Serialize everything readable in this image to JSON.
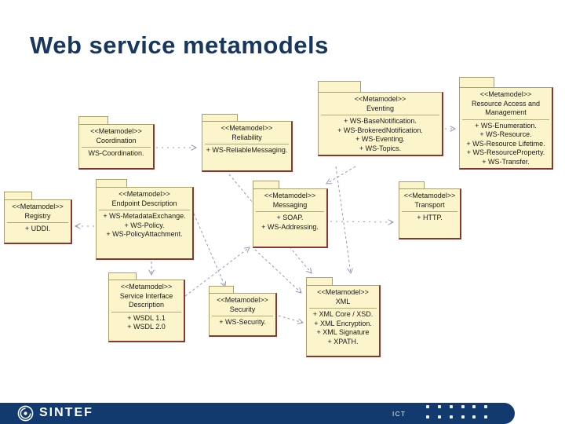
{
  "slide": {
    "title": "Web service metamodels"
  },
  "packages": [
    {
      "id": "coordination",
      "stereotype": "<<Metamodel>>",
      "name": "Coordination",
      "items": [
        "WS-Coordination."
      ]
    },
    {
      "id": "reliability",
      "stereotype": "<<Metamodel>>",
      "name": "Reliability",
      "items": [
        "+ WS-ReliableMessaging."
      ]
    },
    {
      "id": "eventing",
      "stereotype": "<<Metamodel>>",
      "name": "Eventing",
      "items": [
        "+ WS-BaseNotification.",
        "+ WS-BrokeredNotification.",
        "+ WS-Eventing.",
        "+ WS-Topics."
      ]
    },
    {
      "id": "resource-access",
      "stereotype": "<<Metamodel>>",
      "name": "Resource Access and Management",
      "items": [
        "+ WS-Enumeration.",
        "+ WS-Resource.",
        "+ WS-Resource Lifetime.",
        "+ WS-ResourceProperty.",
        "+ WS-Transfer."
      ]
    },
    {
      "id": "registry",
      "stereotype": "<<Metamodel>>",
      "name": "Registry",
      "items": [
        "+ UDDI."
      ]
    },
    {
      "id": "endpoint-description",
      "stereotype": "<<Metamodel>>",
      "name": "Endpoint Description",
      "items": [
        "+ WS-MetadataExchange.",
        "+ WS-Policy.",
        "+ WS-PolicyAttachment."
      ]
    },
    {
      "id": "messaging",
      "stereotype": "<<Metamodel>>",
      "name": "Messaging",
      "items": [
        "+ SOAP.",
        "+ WS-Addressing."
      ]
    },
    {
      "id": "transport",
      "stereotype": "<<Metamodel>>",
      "name": "Transport",
      "items": [
        "+ HTTP."
      ]
    },
    {
      "id": "service-interface-description",
      "stereotype": "<<Metamodel>>",
      "name": "Service Interface Description",
      "items": [
        "+ WSDL 1.1",
        "+ WSDL 2.0"
      ]
    },
    {
      "id": "security",
      "stereotype": "<<Metamodel>>",
      "name": "Security",
      "items": [
        "+ WS-Security."
      ]
    },
    {
      "id": "xml",
      "stereotype": "<<Metamodel>>",
      "name": "XML",
      "items": [
        "+ XML Core / XSD.",
        "+ XML Encryption.",
        "+ XML Signature",
        "+ XPATH."
      ]
    }
  ],
  "connectors": [
    {
      "from": "coordination",
      "to": "reliability"
    },
    {
      "from": "eventing",
      "to": "resource-access"
    },
    {
      "from": "endpoint-description",
      "to": "registry"
    },
    {
      "from": "endpoint-description",
      "to": "service-interface-description"
    },
    {
      "from": "endpoint-description",
      "to": "security"
    },
    {
      "from": "service-interface-description",
      "to": "messaging"
    },
    {
      "from": "reliability",
      "to": "xml"
    },
    {
      "from": "eventing",
      "to": "xml"
    },
    {
      "from": "eventing",
      "to": "messaging"
    },
    {
      "from": "messaging",
      "to": "xml"
    },
    {
      "from": "security",
      "to": "xml"
    },
    {
      "from": "messaging",
      "to": "transport"
    }
  ],
  "footer": {
    "brand": "SINTEF",
    "department": "ICT"
  },
  "colors": {
    "title_text": "#17375e",
    "package_fill": "#fcf5cb",
    "package_border": "#a89f6e",
    "package_accent": "#8a3434",
    "connector": "#9a94bd",
    "footer_bg": "#123a6e"
  }
}
